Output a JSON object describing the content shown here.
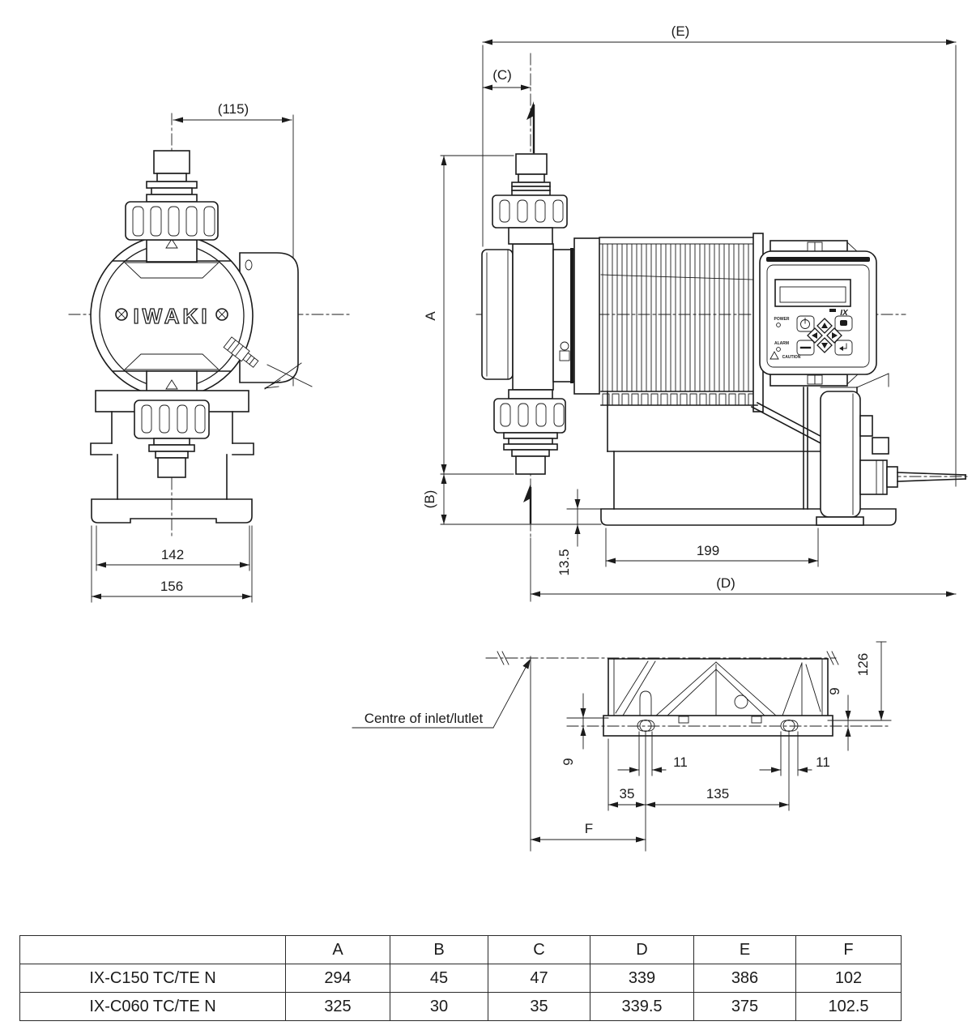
{
  "front_view": {
    "brand_label": "IWAKI",
    "dim_width_top": "(115)",
    "dim_width_inner": "142",
    "dim_width_outer": "156"
  },
  "side_view": {
    "dim_overall_length": "(E)",
    "dim_c": "(C)",
    "dim_height": "A",
    "dim_b": "(B)",
    "dim_base_height": "13.5",
    "dim_base_length": "199",
    "dim_d": "(D)",
    "panel": {
      "logo": "IX",
      "power_label": "POWER",
      "alarm_label": "ALARM",
      "caution_label": "CAUTION"
    }
  },
  "bottom_view": {
    "note": "Centre of inlet/lutlet",
    "dim_depth": "126",
    "dim_9_left": "9",
    "dim_9_right": "9",
    "dim_11_left": "11",
    "dim_11_right": "11",
    "dim_35": "35",
    "dim_135": "135",
    "dim_f": "F"
  },
  "table": {
    "headers": [
      "",
      "A",
      "B",
      "C",
      "D",
      "E",
      "F"
    ],
    "rows": [
      {
        "model": "IX-C150  TC/TE  N",
        "values": [
          "294",
          "45",
          "47",
          "339",
          "386",
          "102"
        ]
      },
      {
        "model": "IX-C060  TC/TE  N",
        "values": [
          "325",
          "30",
          "35",
          "339.5",
          "375",
          "102.5"
        ]
      }
    ]
  }
}
